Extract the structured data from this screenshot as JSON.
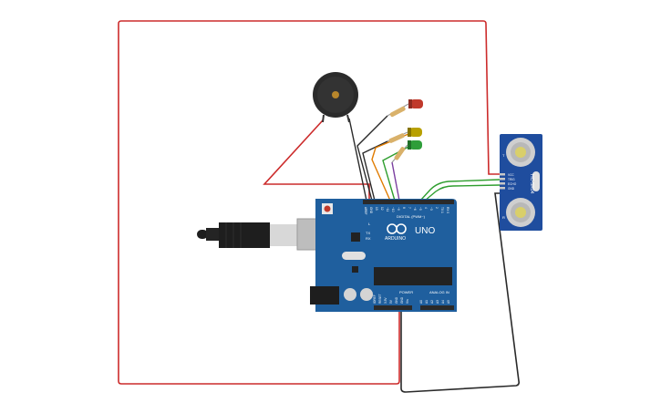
{
  "arduino": {
    "model": "UNO",
    "brand": "ARDUINO",
    "digital_header": "DIGITAL (PWM~)",
    "power_header": "POWER",
    "analog_header": "ANALOG IN",
    "led_labels": [
      "L",
      "TX",
      "RX"
    ],
    "power_pins": [
      "IOREF",
      "RESET",
      "3.3V",
      "5V",
      "GND",
      "GND",
      "Vin"
    ],
    "analog_pins": [
      "A0",
      "A1",
      "A2",
      "A3",
      "A4",
      "A5"
    ],
    "digital_pins": [
      "AREF",
      "GND",
      "13",
      "12",
      "~11",
      "~10",
      "~9",
      "8",
      "7",
      "~6",
      "~5",
      "4",
      "~3",
      "2",
      "TX 1",
      "RX 0"
    ]
  },
  "sensor": {
    "model": "HC-SR04",
    "pins": [
      "VCC",
      "TRIG",
      "ECHO",
      "GND"
    ],
    "left_label": "T",
    "right_label": "R"
  },
  "leds": [
    {
      "color": "#c0392b"
    },
    {
      "color": "#b8a000"
    },
    {
      "color": "#2e9e3a"
    }
  ],
  "colors": {
    "board": "#1f5f9e",
    "wire_red": "#cc2b2b",
    "wire_black": "#2a2a2a",
    "wire_orange": "#e07b00",
    "wire_green": "#2f9e2f",
    "wire_purple": "#7b3fa0",
    "wire_gray": "#444444"
  }
}
